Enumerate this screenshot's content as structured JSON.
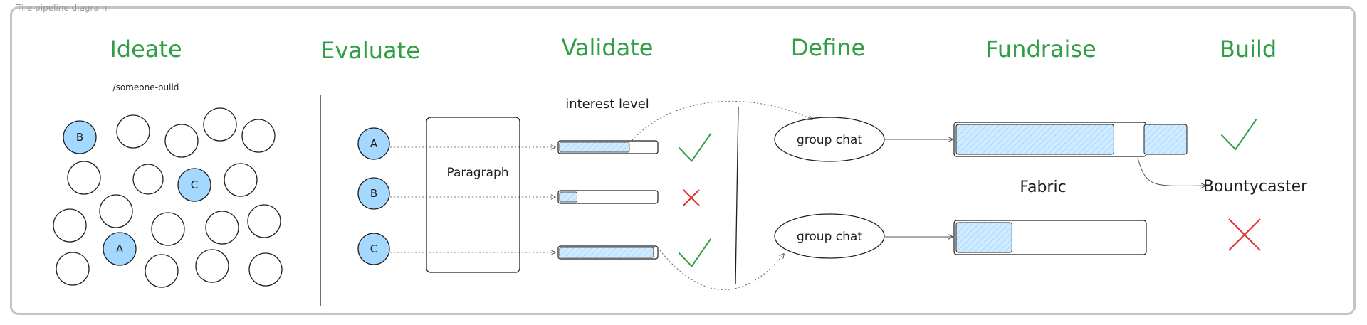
{
  "caption": "The pipeline diagram",
  "stages": [
    "Ideate",
    "Evaluate",
    "Validate",
    "Define",
    "Fundraise",
    "Build"
  ],
  "ideate": {
    "url_label": "/someone-build",
    "bubble_labels": [
      "B",
      "C",
      "A"
    ]
  },
  "evaluate": {
    "ideas": [
      "A",
      "B",
      "C"
    ],
    "paragraph_label": "Paragraph"
  },
  "validate": {
    "title": "interest level",
    "interest_levels": [
      0.72,
      0.18,
      0.97
    ],
    "results": [
      "check",
      "cross",
      "check"
    ]
  },
  "define": {
    "chats": [
      "group chat",
      "group chat"
    ]
  },
  "fundraise": {
    "platform_label": "Fabric",
    "funding_levels": [
      0.82,
      0.29
    ]
  },
  "build": {
    "bounty_label": "Bountycaster",
    "results": [
      "check",
      "cross"
    ]
  },
  "colors": {
    "stage_title": "#2f9e44",
    "bubble_fill": "#a5d8ff",
    "bar_fill": "#d0ebff",
    "check": "#2f9e44",
    "cross": "#e03131",
    "stroke": "#1e1e1e"
  }
}
